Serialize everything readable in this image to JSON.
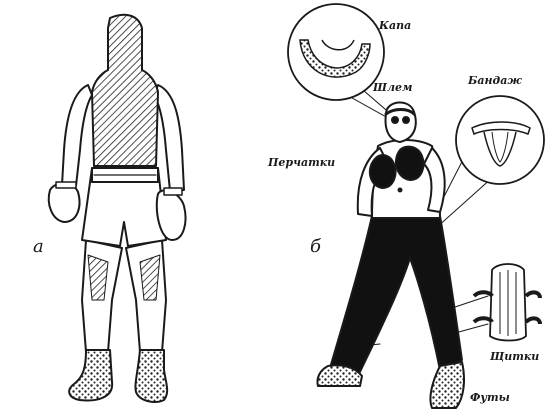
{
  "figure": {
    "letters": {
      "a": "a",
      "b": "б"
    },
    "labels": {
      "mouthguard": "Капа",
      "helmet": "Шлем",
      "groin_guard": "Бандаж",
      "gloves": "Перчатки",
      "shin_guards": "Щитки",
      "foot_pads": "Футы"
    }
  }
}
